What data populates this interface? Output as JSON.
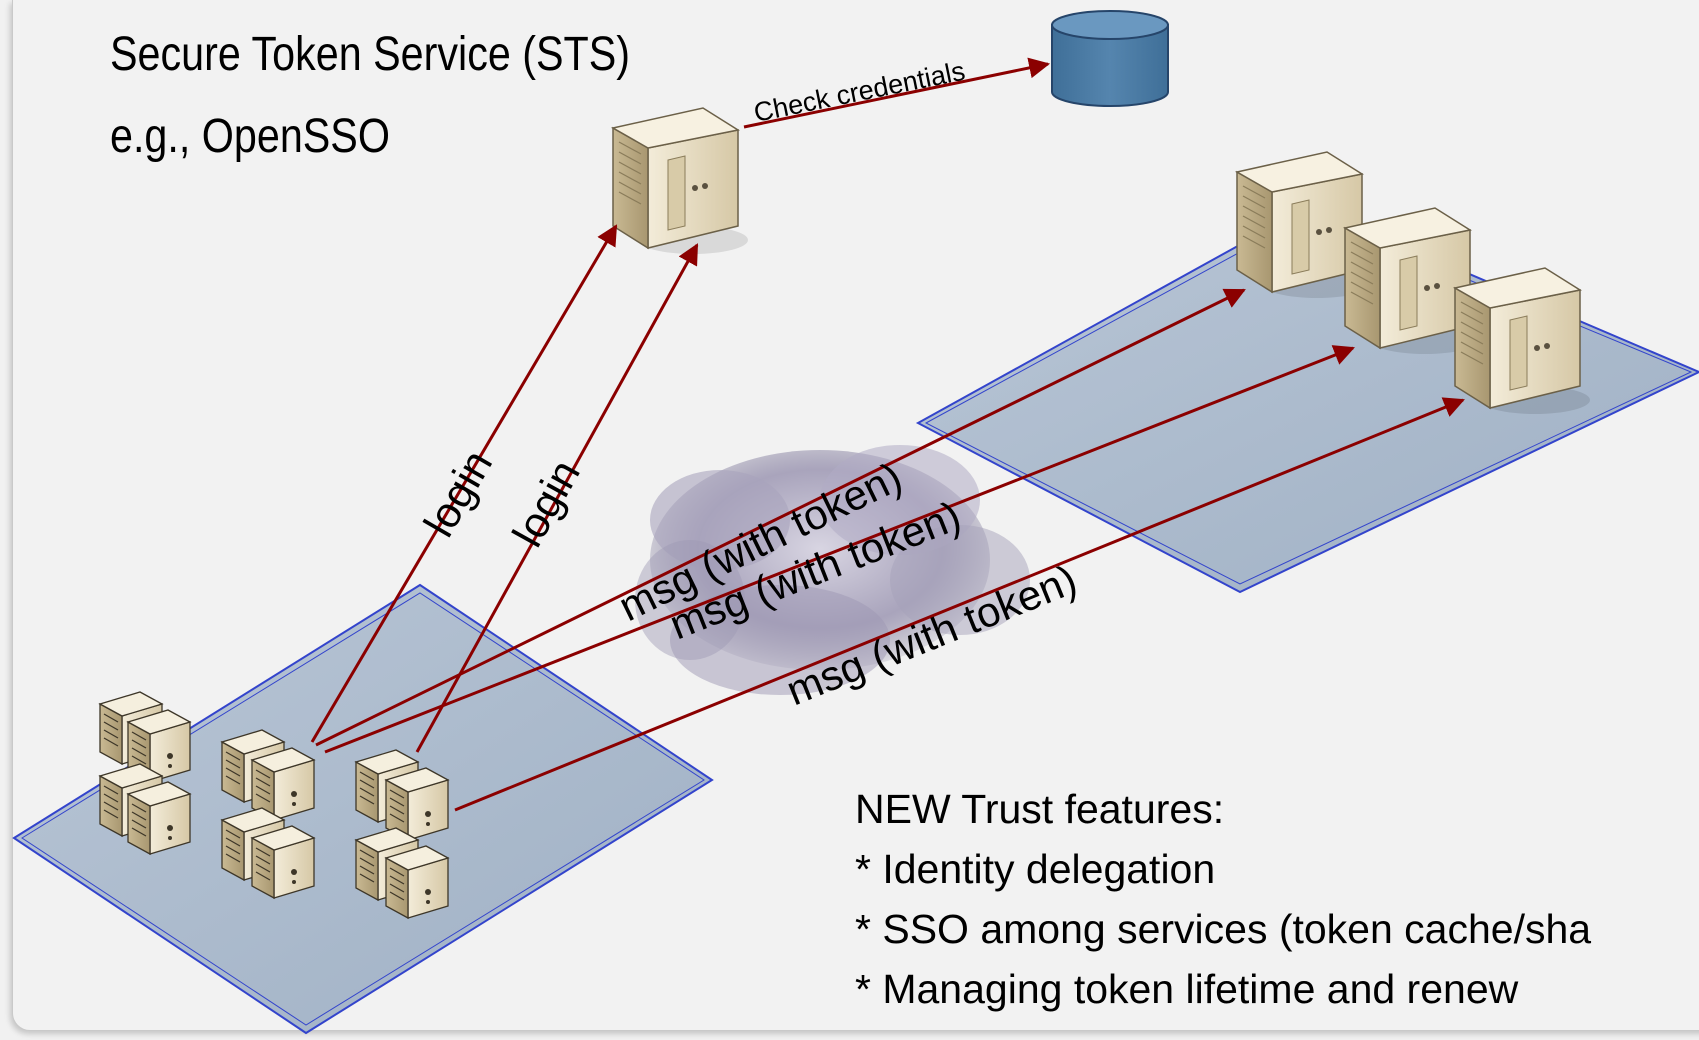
{
  "sts": {
    "title": "Secure Token Service (STS)",
    "example": "e.g., OpenSSO"
  },
  "labels": {
    "check_credentials": "Check credentials",
    "login_1": "login",
    "login_2": "login",
    "msg_1": "msg (with token)",
    "msg_2": "msg (with token)",
    "msg_3": "msg (with token)"
  },
  "features": {
    "heading": "NEW Trust features:",
    "items": [
      "* Identity delegation",
      "* SSO among services (token cache/sha",
      "* Managing token lifetime and renew"
    ]
  },
  "colors": {
    "arrow": "#8b0000",
    "platform_fill": "#a8b7c9",
    "platform_border": "#3344cc",
    "database": "#4f7ea8",
    "server_body": "#e9dfc7"
  },
  "icons": [
    "database-icon",
    "server-icon",
    "cloud-icon"
  ]
}
